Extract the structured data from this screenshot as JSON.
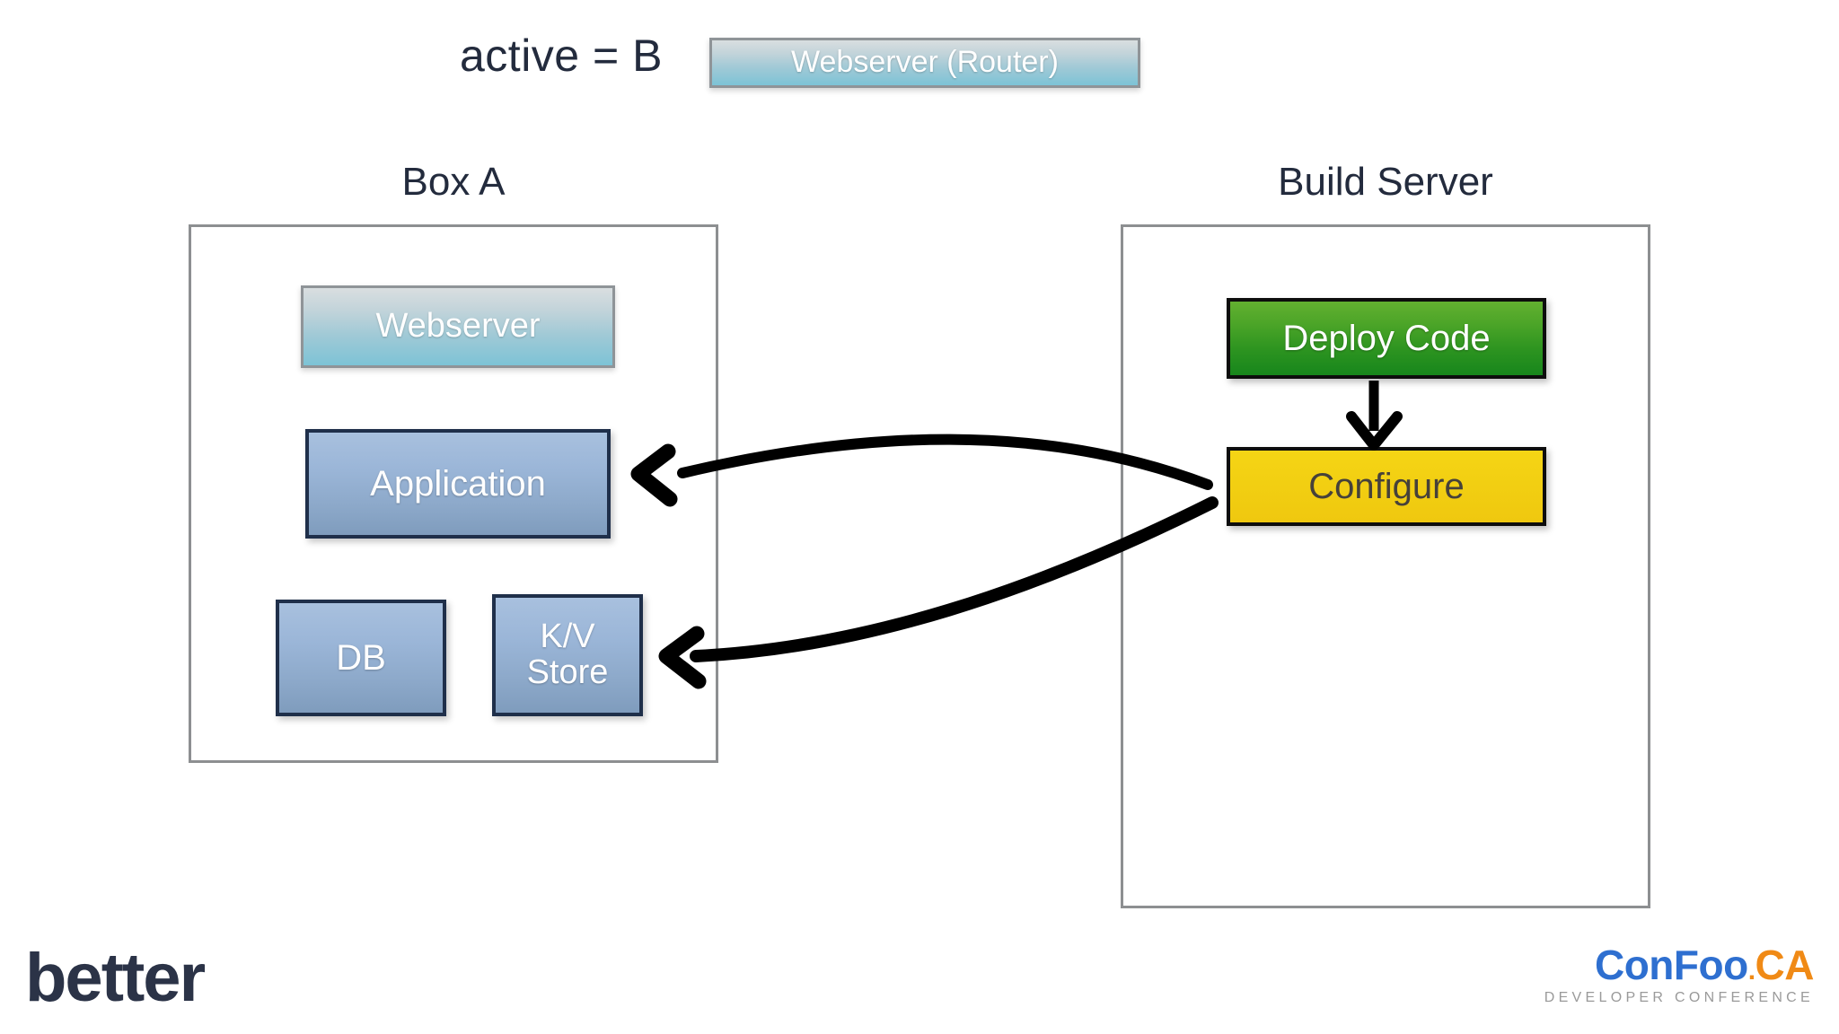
{
  "header": {
    "active_label": "active = B",
    "router_box": {
      "label": "Webserver (Router)",
      "style": "teal"
    }
  },
  "containers": [
    {
      "id": "box-a",
      "title": "Box A",
      "nodes": [
        {
          "id": "webserver",
          "label": "Webserver",
          "style": "teal"
        },
        {
          "id": "application",
          "label": "Application",
          "style": "blue"
        },
        {
          "id": "db",
          "label": "DB",
          "style": "blue"
        },
        {
          "id": "kv-store",
          "label": "K/V\nStore",
          "label_line1": "K/V",
          "label_line2": "Store",
          "style": "blue"
        }
      ]
    },
    {
      "id": "build-server",
      "title": "Build Server",
      "nodes": [
        {
          "id": "deploy-code",
          "label": "Deploy Code",
          "style": "green"
        },
        {
          "id": "configure",
          "label": "Configure",
          "style": "yellow"
        }
      ]
    }
  ],
  "connectors": [
    {
      "id": "deploy-to-configure",
      "from": "deploy-code",
      "to": "configure",
      "kind": "straight-down-arrow"
    },
    {
      "id": "configure-to-application",
      "from": "configure",
      "to": "application",
      "kind": "curved-left-arrow"
    },
    {
      "id": "configure-to-kv-store",
      "from": "configure",
      "to": "kv-store",
      "kind": "curved-left-arrow"
    }
  ],
  "branding": {
    "better": "better",
    "confoo_con": "ConFoo",
    "confoo_dot": ".",
    "confoo_ca": "CA",
    "confoo_tagline": "DEVELOPER CONFERENCE"
  },
  "colors": {
    "ink": "#232b3d",
    "container_border": "#8d8f91",
    "teal_top": "#d9dee0",
    "teal_bottom": "#7dc3d6",
    "blue_top": "#a8c0de",
    "blue_bottom": "#7f9cbd",
    "blue_border": "#1f2f4a",
    "green_top": "#63b030",
    "green_bottom": "#17861c",
    "yellow": "#f2cf12",
    "yellow_text": "#46413a",
    "arrow": "#000000",
    "confoo_blue": "#2e6fd0",
    "confoo_orange": "#f08a16",
    "confoo_gray": "#9a9a9a",
    "better_navy": "#2b3347"
  }
}
